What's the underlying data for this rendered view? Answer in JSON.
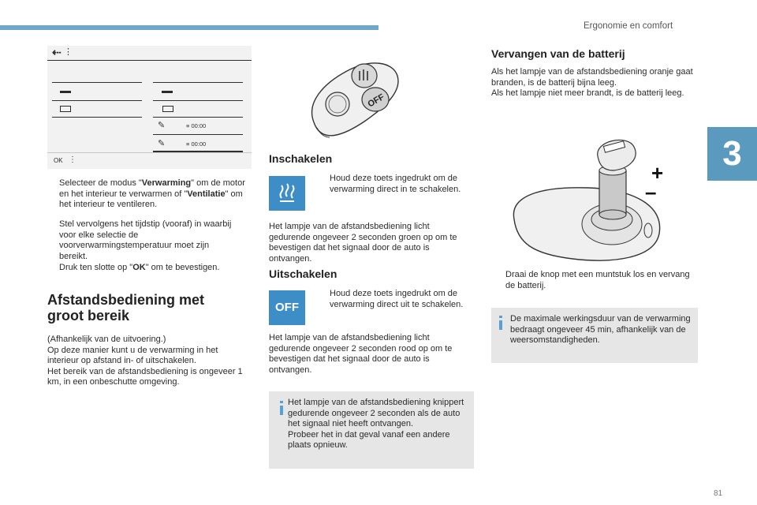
{
  "header": {
    "section": "Ergonomie en comfort",
    "chapter": "3",
    "page": "81"
  },
  "screen": {
    "back_glyph": "⇠",
    "menu_glyph": "⋮",
    "time1": "≡ 00:00",
    "time2": "≡ 00:00",
    "ok": "OK",
    "pencil": "✎"
  },
  "left": {
    "bullets": [
      {
        "pre": "Selecteer de modus \"",
        "b1": "Verwarming",
        "mid": "\" om de motor en het interieur te verwarmen of \"",
        "b2": "Ventilatie",
        "post": "\" om het interieur te ventileren."
      },
      {
        "text": "Stel vervolgens het tijdstip (vooraf) in waarbij voor elke selectie de voorverwarmingstemperatuur moet zijn bereikt."
      },
      {
        "pre": "Druk ten slotte op \"",
        "b1": "OK",
        "post": "\" om te bevestigen."
      }
    ],
    "heading": "Afstandsbediening met groot bereik",
    "para": "(Afhankelijk van de uitvoering.)\nOp deze manier kunt u de verwarming in het interieur op afstand in- of uitschakelen.\nHet bereik van de afstandsbediening is ongeveer 1 km, in een onbeschutte omgeving."
  },
  "middle": {
    "remote_off_label": "OFF",
    "on_heading": "Inschakelen",
    "on_bullet": "Houd deze toets ingedrukt om de verwarming direct in te schakelen.",
    "on_para": "Het lampje van de afstandsbediening licht gedurende ongeveer 2 seconden groen op om te bevestigen dat het signaal door de auto is ontvangen.",
    "off_heading": "Uitschakelen",
    "off_icon_label": "OFF",
    "off_bullet": "Houd deze toets ingedrukt om de verwarming direct uit te schakelen.",
    "off_para": "Het lampje van de afstandsbediening licht gedurende ongeveer 2 seconden rood op om te bevestigen dat het signaal door de auto is ontvangen.",
    "info": "Het lampje van de afstandsbediening knippert gedurende ongeveer 2 seconden als de auto het signaal niet heeft ontvangen.\nProbeer het in dat geval vanaf een andere plaats opnieuw."
  },
  "right": {
    "heading": "Vervangen van de batterij",
    "para": "Als het lampje van de afstandsbediening oranje gaat branden, is de batterij bijna leeg.\nAls het lampje niet meer brandt, is de batterij leeg.",
    "plus": "+",
    "minus": "–",
    "bullet": "Draai de knop met een muntstuk los en vervang de batterij.",
    "info": "De maximale werkingsduur van de verwarming bedraagt ongeveer 45 min, afhankelijk van de weersomstandigheden."
  },
  "bullet_glyph": "",
  "colors": {
    "accent": "#3d8ec6",
    "topbar": "#6fa8c8",
    "chapter_tab": "#5b9abf",
    "info_bg": "#e6e6e6"
  }
}
